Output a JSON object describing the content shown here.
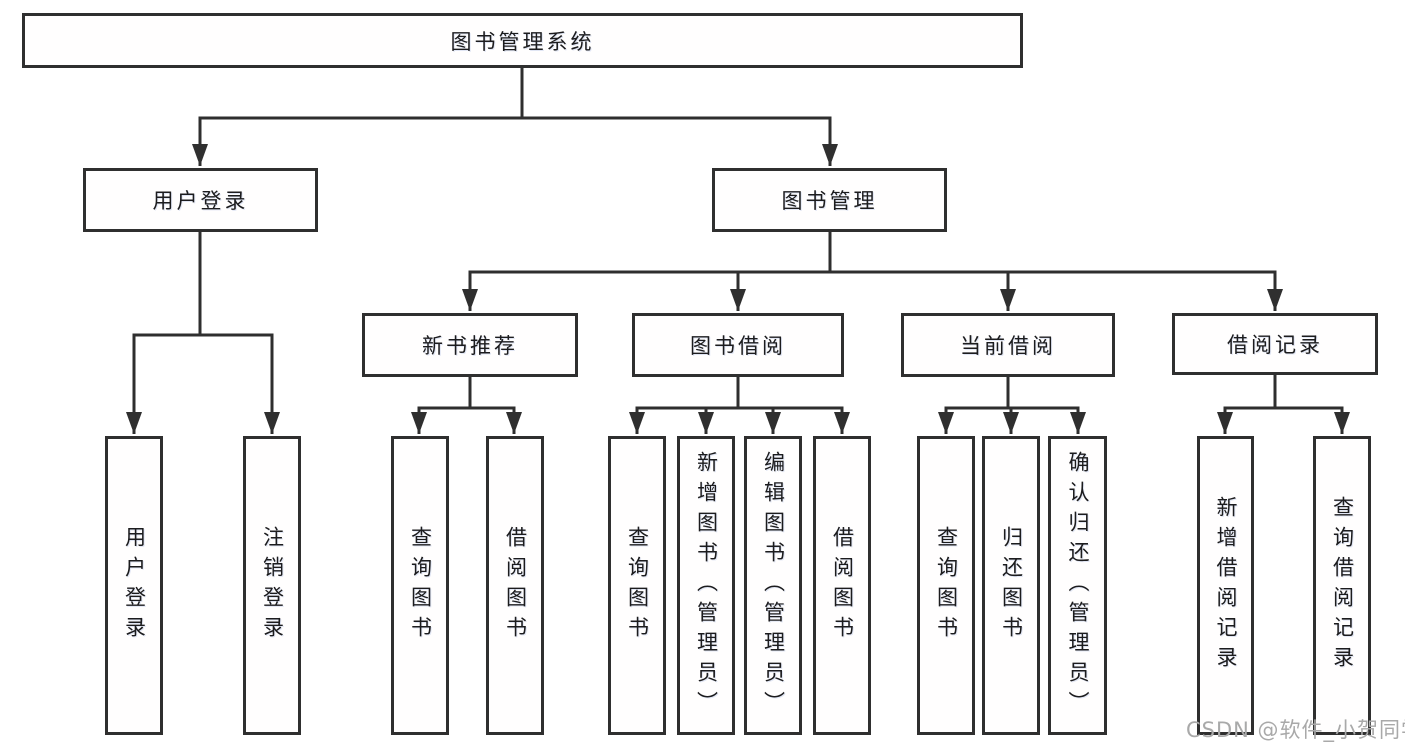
{
  "diagram": {
    "root": "图书管理系统",
    "l2": [
      "用户登录",
      "图书管理"
    ],
    "l3": [
      "新书推荐",
      "图书借阅",
      "当前借阅",
      "借阅记录"
    ],
    "leaves": [
      "用户登录",
      "注销登录",
      "查询图书",
      "借阅图书",
      "查询图书",
      "新增图书（管理员）",
      "编辑图书（管理员）",
      "借阅图书",
      "查询图书",
      "归还图书",
      "确认归还（管理员）",
      "新增借阅记录",
      "查询借阅记录"
    ]
  },
  "watermark": {
    "text": "CSDN @软件_小贺同学"
  },
  "colors": {
    "line": "#2f2f2f",
    "box_background": "#ffffff",
    "text": "#1c1c1e",
    "watermark": "#a9a9a9"
  }
}
